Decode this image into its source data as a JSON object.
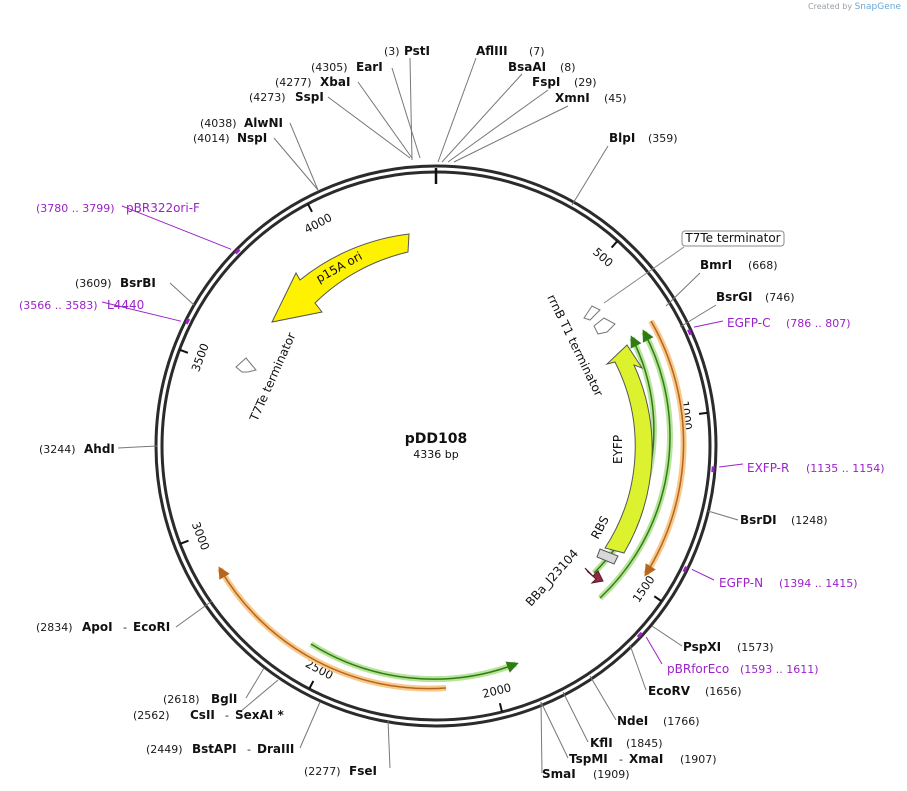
{
  "credit": {
    "text": "Created by",
    "brand": "SnapGene"
  },
  "plasmid": {
    "name": "pDD108",
    "length": "4336 bp",
    "total_bp": 4336
  },
  "ticks": [
    "500",
    "1000",
    "1500",
    "2000",
    "2500",
    "3000",
    "3500",
    "4000"
  ],
  "sites": [
    {
      "name": "PstI",
      "pos": "(3)"
    },
    {
      "name": "AflIII",
      "pos": "(7)"
    },
    {
      "name": "BsaAI",
      "pos": "(8)"
    },
    {
      "name": "FspI",
      "pos": "(29)"
    },
    {
      "name": "XmnI",
      "pos": "(45)"
    },
    {
      "name": "BlpI",
      "pos": "(359)"
    },
    {
      "name": "BmrI",
      "pos": "(668)"
    },
    {
      "name": "BsrGI",
      "pos": "(746)"
    },
    {
      "name": "BsrDI",
      "pos": "(1248)"
    },
    {
      "name": "PspXI",
      "pos": "(1573)"
    },
    {
      "name": "EcoRV",
      "pos": "(1656)"
    },
    {
      "name": "NdeI",
      "pos": "(1766)"
    },
    {
      "name": "KflI",
      "pos": "(1845)"
    },
    {
      "name": "TspMI",
      "name2": "XmaI",
      "pos": "(1907)"
    },
    {
      "name": "SmaI",
      "pos": "(1909)"
    },
    {
      "name": "FseI",
      "pos": "(2277)"
    },
    {
      "name": "BstAPI",
      "name2": "DraIII",
      "pos": "(2449)"
    },
    {
      "name": "CsII",
      "name2": "SexAI *",
      "pos": "(2562)"
    },
    {
      "name": "BglI",
      "pos": "(2618)"
    },
    {
      "name": "ApoI",
      "name2": "EcoRI",
      "pos": "(2834)"
    },
    {
      "name": "AhdI",
      "pos": "(3244)"
    },
    {
      "name": "BsrBI",
      "pos": "(3609)"
    },
    {
      "name": "NspI",
      "pos": "(4014)"
    },
    {
      "name": "AlwNI",
      "pos": "(4038)"
    },
    {
      "name": "SspI",
      "pos": "(4273)"
    },
    {
      "name": "XbaI",
      "pos": "(4277)"
    },
    {
      "name": "EarI",
      "pos": "(4305)"
    }
  ],
  "primers": [
    {
      "name": "EGFP-C",
      "range": "(786 .. 807)"
    },
    {
      "name": "EXFP-R",
      "range": "(1135 .. 1154)"
    },
    {
      "name": "EGFP-N",
      "range": "(1394 .. 1415)"
    },
    {
      "name": "pBRforEco",
      "range": "(1593 .. 1611)"
    },
    {
      "name": "L4440",
      "range": "(3566 .. 3583)"
    },
    {
      "name": "pBR322ori-F",
      "range": "(3780 .. 3799)"
    }
  ],
  "features": {
    "t7te_boxed": "T7Te terminator",
    "rrnb": "rrnB T1 terminator",
    "eyfp": "EYFP",
    "rbs": "RBS",
    "promoter": "BBa_J23104",
    "ori": "p15A ori",
    "t7te_inner": "T7Te terminator"
  },
  "colors": {
    "backbone": "#2b2b2b",
    "primer": "#9b22c8",
    "eyfp": "#ddf22e",
    "ori": "#fff200",
    "promoter": "#8e2c44",
    "orf_green": "#5cb82a",
    "orf_orange": "#f4a94a"
  }
}
